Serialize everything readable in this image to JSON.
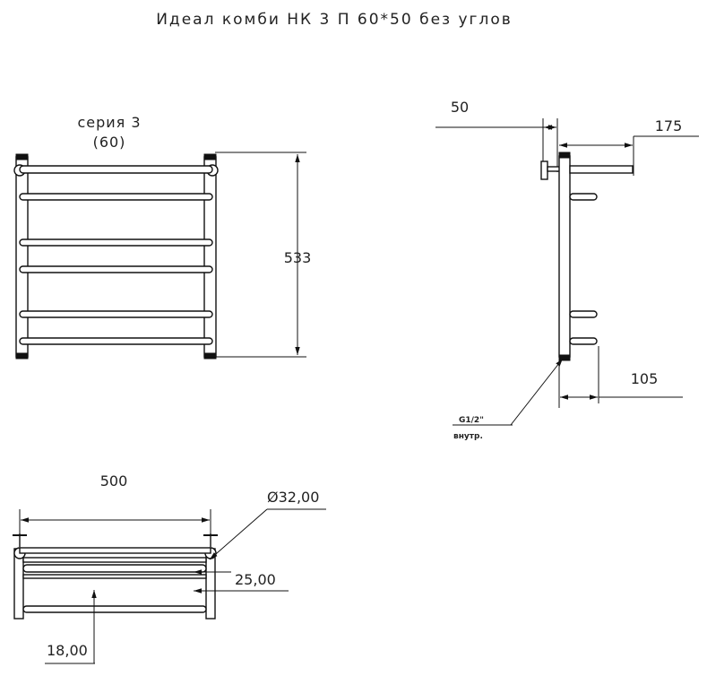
{
  "title": "Идеал комби НК 3 П 60*50 без углов",
  "front_view": {
    "series_line1": "серия 3",
    "series_line2": "(60)",
    "height_dim": "533"
  },
  "side_view": {
    "depth_dim": "50",
    "projection_dim": "175",
    "lower_dim": "105",
    "thread_label": "G1/2\"",
    "thread_note": "внутр."
  },
  "top_view": {
    "width_dim": "500",
    "diameter_dim": "Ø32,00",
    "bar_spacing_dim": "25,00",
    "offset_dim": "18,00"
  }
}
